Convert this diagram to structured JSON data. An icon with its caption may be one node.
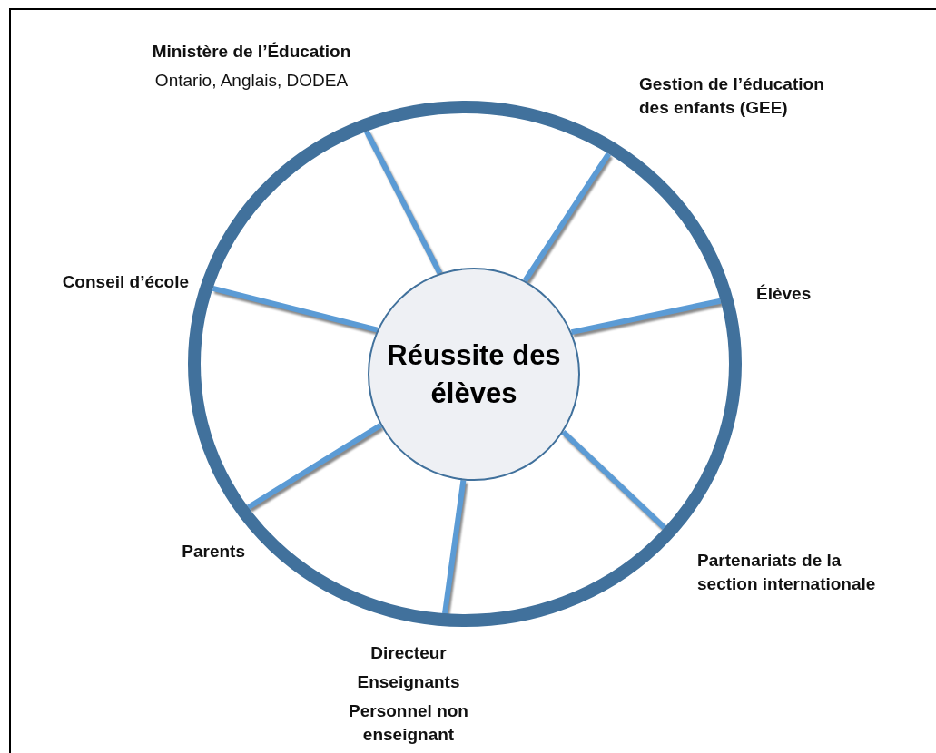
{
  "diagram": {
    "nodes": [
      {
        "text": [],
        "shape": "circle"
      },
      {
        "text": [
          "Réussite des élèves"
        ],
        "in": 0
      }
    ],
    "edges": [
      {
        "from": 1,
        "to": 0,
        "arrow": "none"
      },
      {
        "from": 1,
        "to": 0,
        "arrow": "none"
      },
      {
        "from": 1,
        "to": 0,
        "arrow": "none"
      },
      {
        "from": 1,
        "to": 0,
        "arrow": "none"
      },
      {
        "from": 1,
        "to": 0,
        "arrow": "none"
      },
      {
        "from": 1,
        "to": 0,
        "arrow": "none"
      },
      {
        "from": 1,
        "to": 0,
        "arrow": "none"
      }
    ],
    "labels": [
      "Ministère de l’Éducation",
      "Ontario, Anglais, DODEA",
      "Gestion de l’éducation des enfants (GEE)",
      "Conseil d’école",
      "Élèves",
      "Parents",
      "Partenariats de la section internationale",
      "Directeur",
      "Enseignants",
      "Personnel non enseignant"
    ]
  }
}
